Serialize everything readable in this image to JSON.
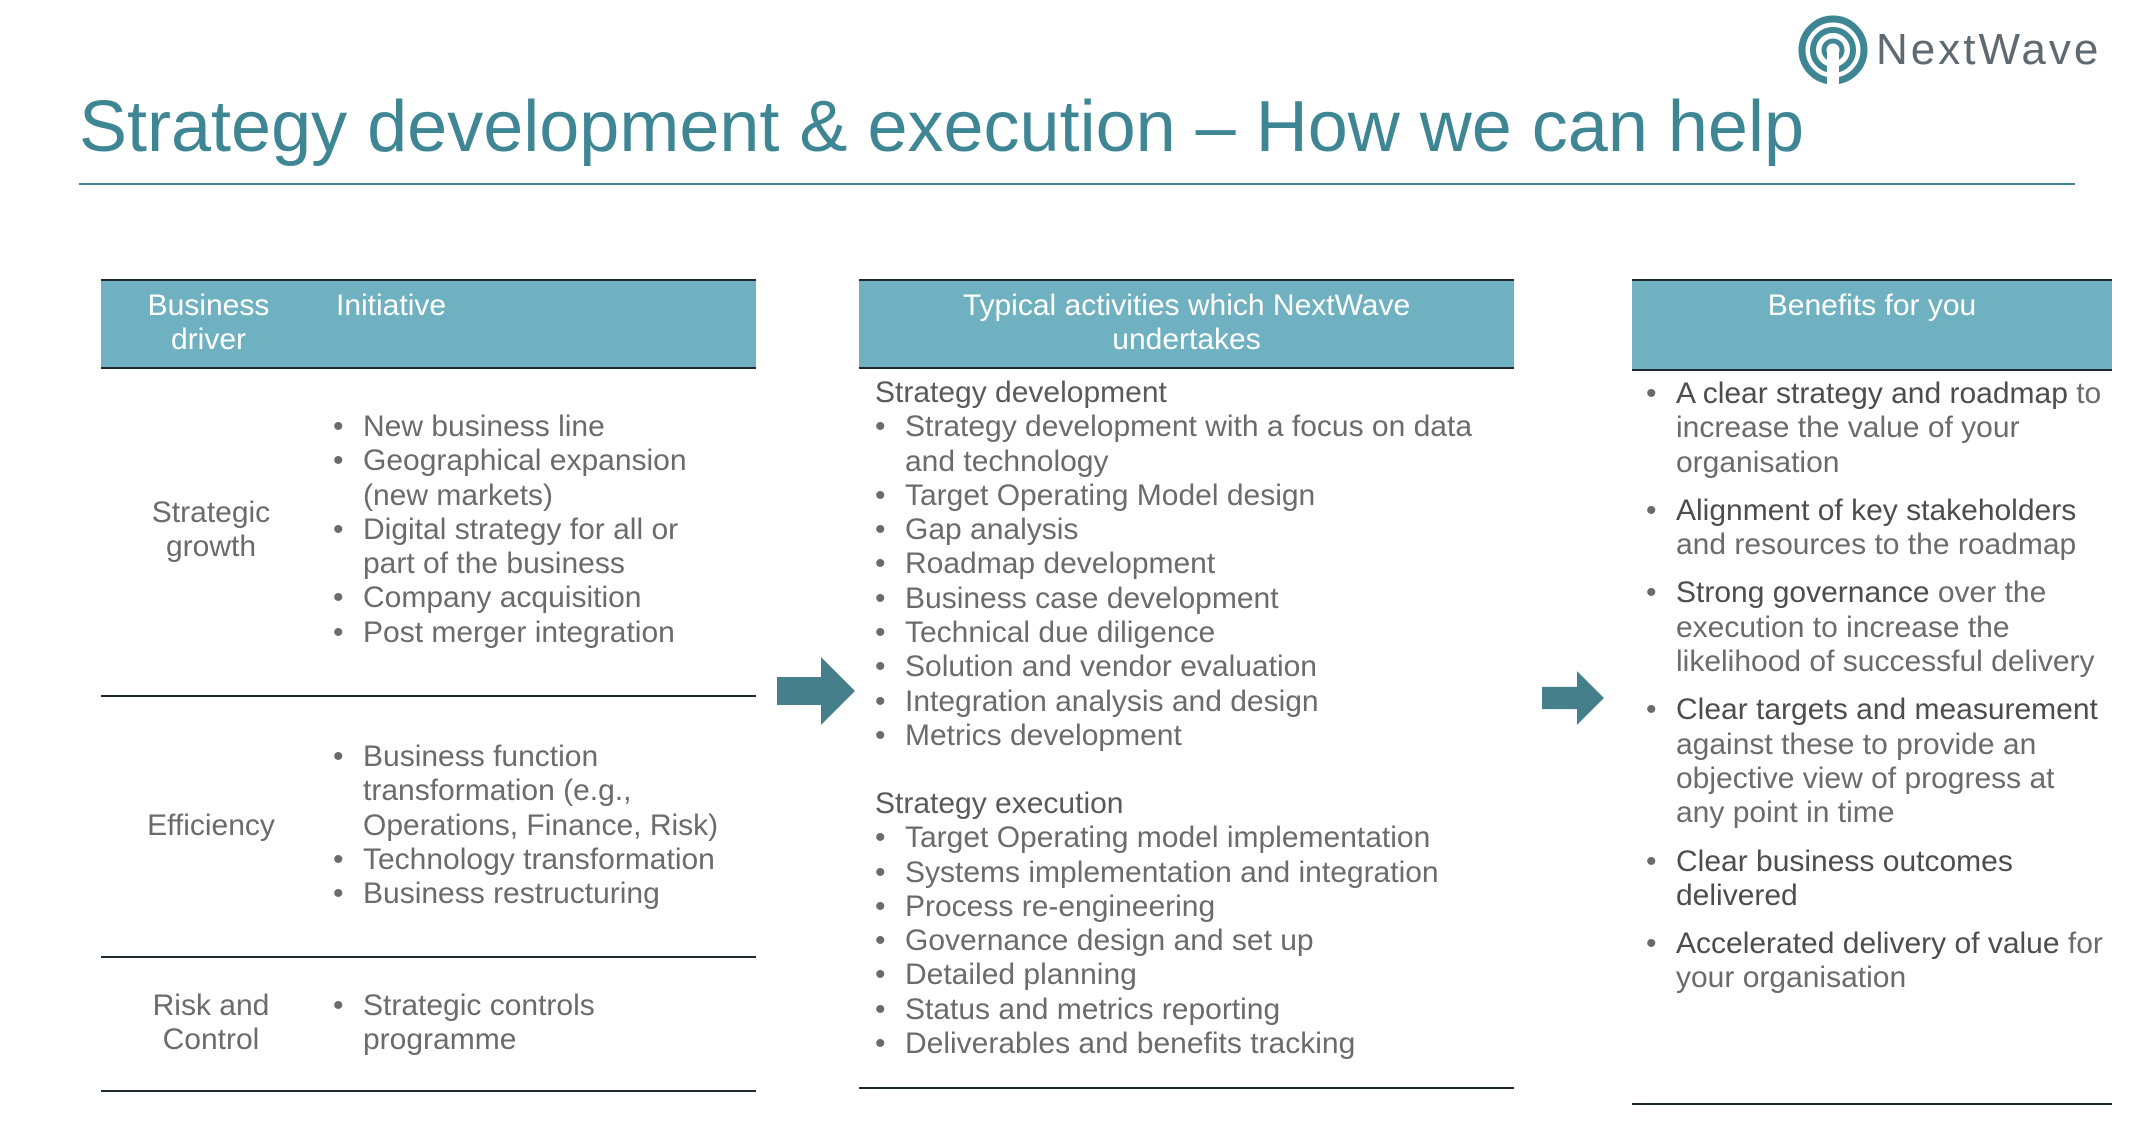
{
  "brand": {
    "logo_text": "NextWave"
  },
  "title": "Strategy development & execution – How we can help",
  "colors": {
    "title": "#3f8695",
    "header_bg": "#6fb1c0",
    "arrow": "#467f8c",
    "rule": "#1f2a2e"
  },
  "left_table": {
    "headers": {
      "driver": "Business driver",
      "initiative": "Initiative"
    },
    "rows": [
      {
        "driver": "Strategic growth",
        "initiatives": [
          "New business line",
          "Geographical expansion (new markets)",
          "Digital strategy for all or part of the business",
          "Company acquisition",
          "Post merger integration"
        ]
      },
      {
        "driver": "Efficiency",
        "initiatives": [
          "Business function transformation (e.g., Operations, Finance, Risk)",
          "Technology transformation",
          "Business restructuring"
        ]
      },
      {
        "driver": "Risk and Control",
        "initiatives": [
          "Strategic controls programme"
        ]
      }
    ]
  },
  "middle_table": {
    "header": "Typical activities which NextWave undertakes",
    "sections": [
      {
        "title": "Strategy development",
        "items": [
          "Strategy development with a focus on data and technology",
          "Target Operating Model design",
          "Gap analysis",
          "Roadmap development",
          "Business case development",
          "Technical due diligence",
          "Solution and vendor evaluation",
          "Integration analysis and design",
          "Metrics development"
        ]
      },
      {
        "title": "Strategy execution",
        "items": [
          "Target Operating model implementation",
          "Systems implementation and integration",
          "Process re-engineering",
          "Governance design and set up",
          "Detailed planning",
          "Status and metrics reporting",
          "Deliverables and benefits tracking"
        ]
      }
    ]
  },
  "right_table": {
    "header": "Benefits for you",
    "benefits": [
      {
        "bold": "A clear strategy and roadmap",
        "rest": " to increase the value of your organisation"
      },
      {
        "bold": "Alignment of key stakeholders",
        "rest": " and resources to the roadmap"
      },
      {
        "bold": "Strong governance",
        "rest": " over the execution to increase the likelihood of successful delivery"
      },
      {
        "bold": "Clear targets and measurement",
        "rest": " against these to provide an objective view of progress at any point in time"
      },
      {
        "bold": "Clear business outcomes delivered",
        "rest": ""
      },
      {
        "bold": "Accelerated delivery of value",
        "rest": " for your organisation"
      }
    ]
  }
}
